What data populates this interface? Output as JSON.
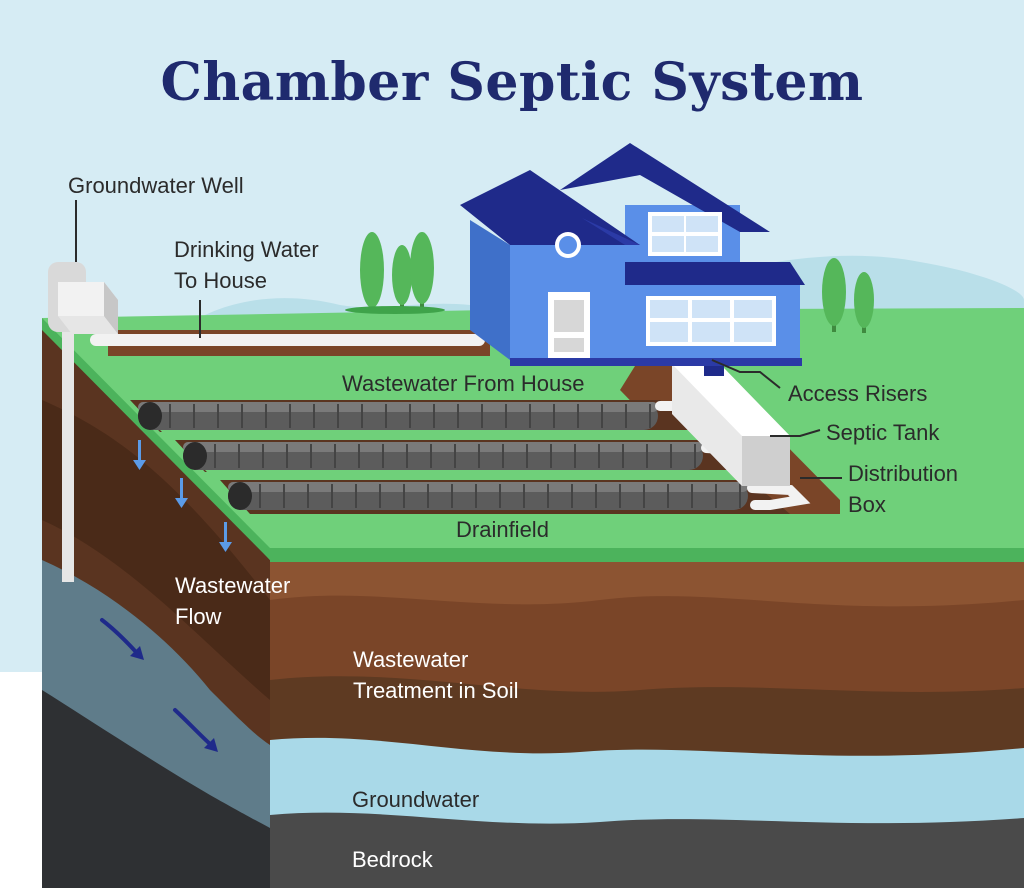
{
  "title": "Chamber Septic System",
  "labels": {
    "groundwater_well": "Groundwater Well",
    "drinking_water": "Drinking Water\nTo House",
    "wastewater_from_house": "Wastewater From House",
    "access_risers": "Access Risers",
    "septic_tank": "Septic Tank",
    "distribution_box": "Distribution\nBox",
    "drainfield": "Drainfield",
    "wastewater_flow": "Wastewater\nFlow",
    "treatment_in_soil": "Wastewater\nTreatment in Soil",
    "groundwater": "Groundwater",
    "bedrock": "Bedrock"
  },
  "colors": {
    "sky": "#d6ecf4",
    "grass": "#6fd07a",
    "grass_dark": "#4cb35c",
    "soil": "#7a4a2e",
    "soil_dark": "#5a3420",
    "soil_side": "#4e2e1c",
    "groundwater": "#a9d9e8",
    "bedrock": "#4a4a4a",
    "chamber": "#555555",
    "house": "#5a8fe8",
    "roof": "#1f2a8a",
    "title": "#1f2a6e"
  }
}
